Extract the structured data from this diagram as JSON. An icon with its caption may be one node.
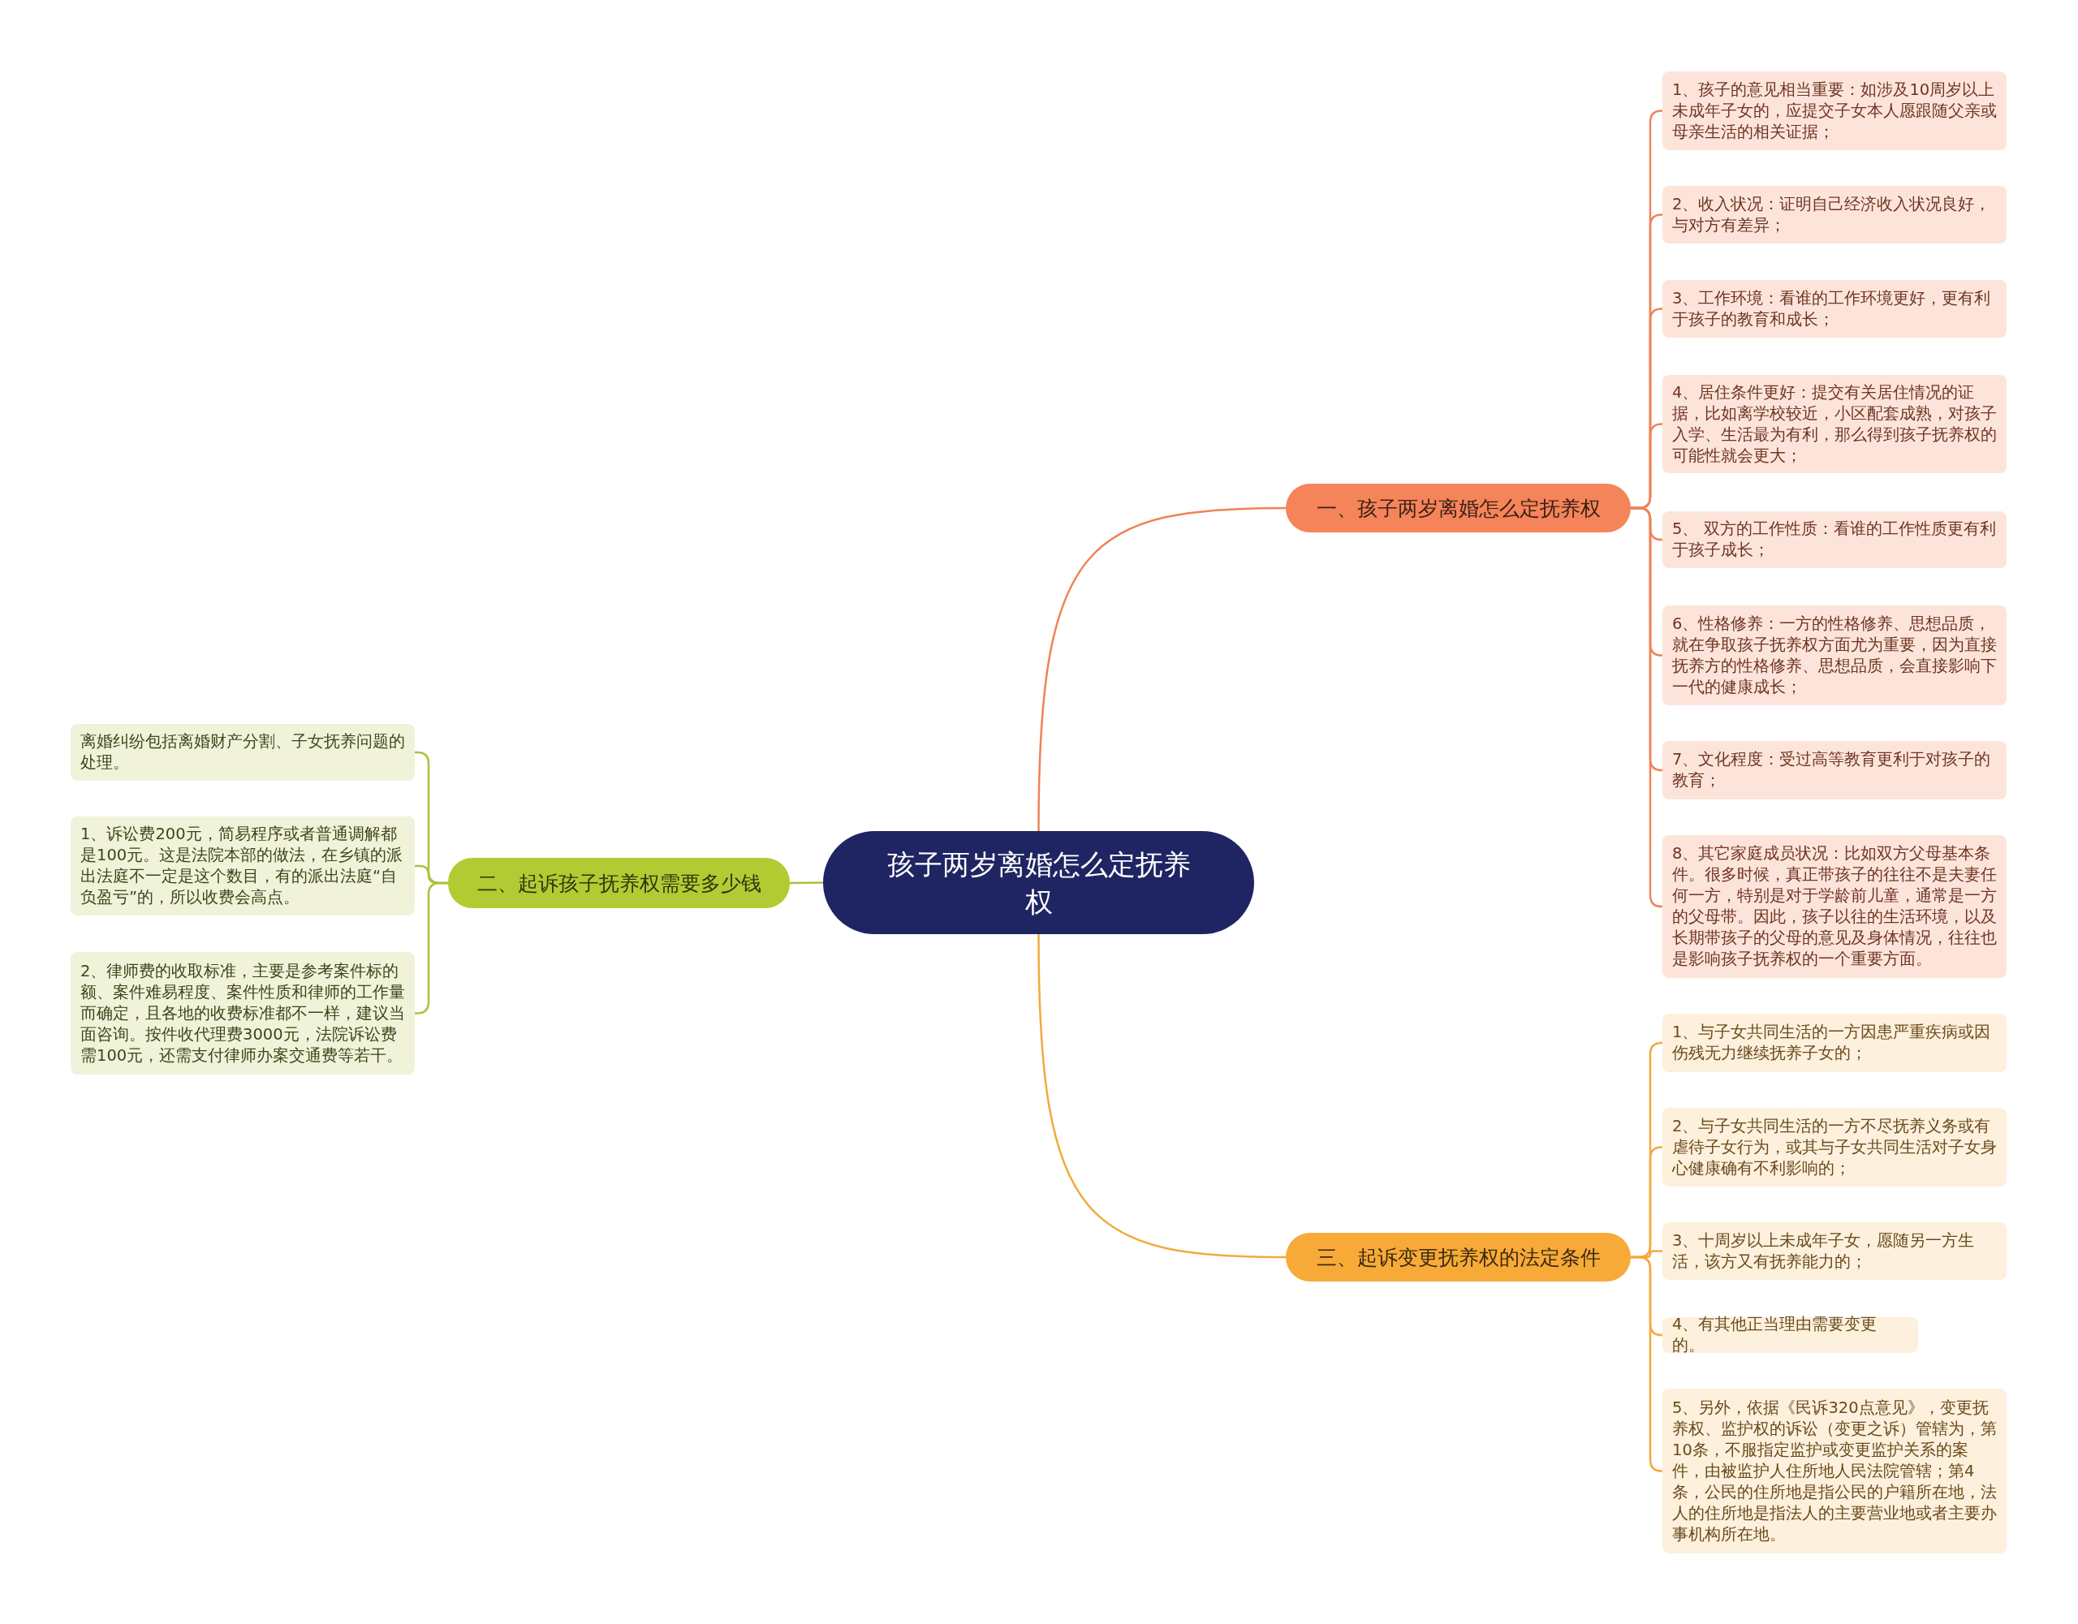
{
  "diagram": {
    "nodes": [
      {
        "text": [
          "孩子两岁离婚怎么定抚养权"
        ]
      },
      {
        "text": [
          "一、孩子两岁离婚怎么定抚养权"
        ]
      },
      {
        "text": [
          "1、孩子的意见相当重要：如涉及10周岁以上未成年子女的，应提交子女本人愿跟随父亲或母亲生活的相关证据；"
        ]
      },
      {
        "text": [
          "2、收入状况：证明自己经济收入状况良好，与对方有差异；"
        ]
      },
      {
        "text": [
          "3、工作环境：看谁的工作环境更好，更有利于孩子的教育和成长；"
        ]
      },
      {
        "text": [
          "4、居住条件更好：提交有关居住情况的证据，比如离学校较近，小区配套成熟，对孩子入学、生活最为有利，那么得到孩子抚养权的可能性就会更大；"
        ]
      },
      {
        "text": [
          "5、 双方的工作性质：看谁的工作性质更有利于孩子成长；"
        ]
      },
      {
        "text": [
          "6、性格修养：一方的性格修养、思想品质，就在争取孩子抚养权方面尤为重要，因为直接抚养方的性格修养、思想品质，会直接影响下一代的健康成长；"
        ]
      },
      {
        "text": [
          "7、文化程度：受过高等教育更利于对孩子的教育；"
        ]
      },
      {
        "text": [
          "8、其它家庭成员状况：比如双方父母基本条件。很多时候，真正带孩子的往往不是夫妻任何一方，特别是对于学龄前儿童，通常是一方的父母带。因此，孩子以往的生活环境，以及长期带孩子的父母的意见及身体情况，往往也是影响孩子抚养权的一个重要方面。"
        ]
      },
      {
        "text": [
          "二、起诉孩子抚养权需要多少钱"
        ]
      },
      {
        "text": [
          "离婚纠纷包括离婚财产分割、子女抚养问题的处理。"
        ]
      },
      {
        "text": [
          "1、诉讼费200元，简易程序或者普通调解都是100元。这是法院本部的做法，在乡镇的派出法庭不一定是这个数目，有的派出法庭“自负盈亏”的，所以收费会高点。"
        ]
      },
      {
        "text": [
          "2、律师费的收取标准，主要是参考案件标的额、案件难易程度、案件性质和律师的工作量而确定，且各地的收费标准都不一样，建议当面咨询。按件收代理费3000元，法院诉讼费需100元，还需支付律师办案交通费等若干。"
        ]
      },
      {
        "text": [
          "三、起诉变更抚养权的法定条件"
        ]
      },
      {
        "text": [
          "1、与子女共同生活的一方因患严重疾病或因伤残无力继续抚养子女的；"
        ]
      },
      {
        "text": [
          "2、与子女共同生活的一方不尽抚养义务或有虐待子女行为，或其与子女共同生活对子女身心健康确有不利影响的；"
        ]
      },
      {
        "text": [
          "3、十周岁以上未成年子女，愿随另一方生活，该方又有抚养能力的；"
        ]
      },
      {
        "text": [
          "4、有其他正当理由需要变更的。"
        ]
      },
      {
        "text": [
          "5、另外，依据《民诉320点意见》，变更抚养权、监护权的诉讼（变更之诉）管辖为，第10条，不服指定监护或变更监护关系的案件，由被监护人住所地人民法院管辖；第4条，公民的住所地是指公民的户籍所在地，法人的住所地是指法人的主要营业地或者主要办事机构所在地。"
        ]
      }
    ],
    "edges": [
      {
        "from": 0,
        "to": 1,
        "arrow": "none",
        "color": "#ef8358"
      },
      {
        "from": 1,
        "to": 2,
        "arrow": "none",
        "color": "#ef8358"
      },
      {
        "from": 1,
        "to": 3,
        "arrow": "none",
        "color": "#ef8358"
      },
      {
        "from": 1,
        "to": 4,
        "arrow": "none",
        "color": "#ef8358"
      },
      {
        "from": 1,
        "to": 5,
        "arrow": "none",
        "color": "#ef8358"
      },
      {
        "from": 1,
        "to": 6,
        "arrow": "none",
        "color": "#ef8358"
      },
      {
        "from": 1,
        "to": 7,
        "arrow": "none",
        "color": "#ef8358"
      },
      {
        "from": 1,
        "to": 8,
        "arrow": "none",
        "color": "#ef8358"
      },
      {
        "from": 1,
        "to": 9,
        "arrow": "none",
        "color": "#ef8358"
      },
      {
        "from": 0,
        "to": 10,
        "arrow": "none",
        "color": "#a9c23b"
      },
      {
        "from": 10,
        "to": 11,
        "arrow": "none",
        "color": "#a9c23b"
      },
      {
        "from": 10,
        "to": 12,
        "arrow": "none",
        "color": "#a9c23b"
      },
      {
        "from": 10,
        "to": 13,
        "arrow": "none",
        "color": "#a9c23b"
      },
      {
        "from": 0,
        "to": 14,
        "arrow": "none",
        "color": "#f2aa3c"
      },
      {
        "from": 14,
        "to": 15,
        "arrow": "none",
        "color": "#f2aa3c"
      },
      {
        "from": 14,
        "to": 16,
        "arrow": "none",
        "color": "#f2aa3c"
      },
      {
        "from": 14,
        "to": 17,
        "arrow": "none",
        "color": "#f2aa3c"
      },
      {
        "from": 14,
        "to": 18,
        "arrow": "none",
        "color": "#f2aa3c"
      },
      {
        "from": 14,
        "to": 19,
        "arrow": "none",
        "color": "#f2aa3c"
      }
    ]
  }
}
